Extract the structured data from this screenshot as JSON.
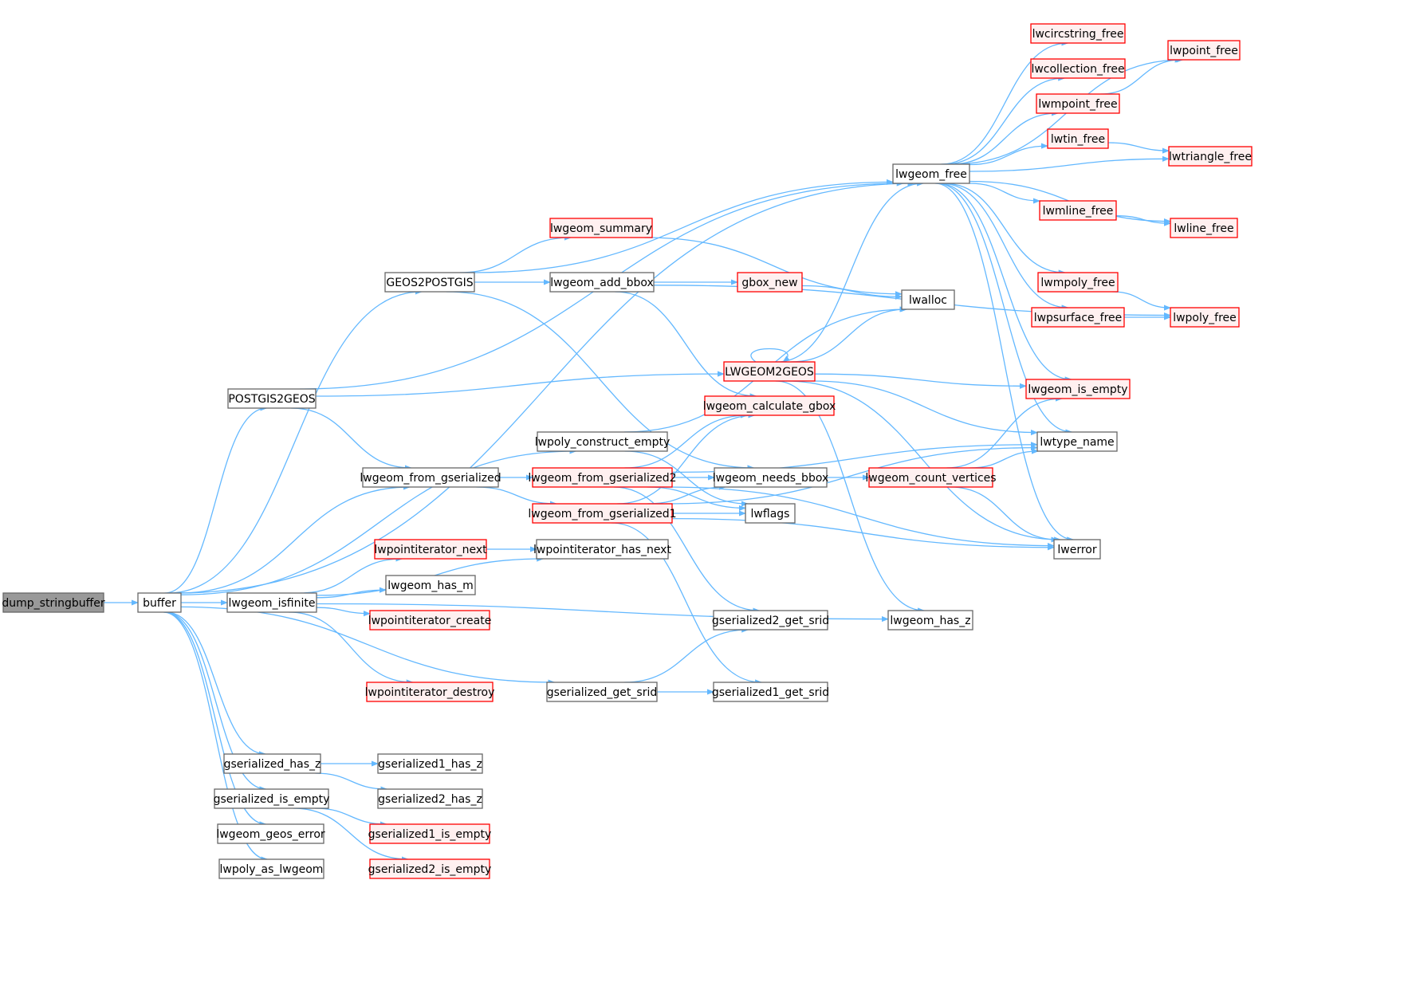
{
  "colors": {
    "edge": "#63b8ff",
    "node_border": "#666666",
    "node_fill": "#ffffff",
    "root_fill": "#999999",
    "root_border": "#666666",
    "truncated_border": "#ff0000",
    "truncated_fill": "#fff0f0"
  },
  "nodes": {
    "dump_stringbuffer": {
      "label": "dump_stringbuffer",
      "style": "root"
    },
    "buffer": {
      "label": "buffer",
      "style": "normal"
    },
    "POSTGIS2GEOS": {
      "label": "POSTGIS2GEOS",
      "style": "normal"
    },
    "GEOS2POSTGIS": {
      "label": "GEOS2POSTGIS",
      "style": "normal"
    },
    "lwgeom_isfinite": {
      "label": "lwgeom_isfinite",
      "style": "normal"
    },
    "lwgeom_from_gserialized": {
      "label": "lwgeom_from_gserialized",
      "style": "normal"
    },
    "gserialized_has_z": {
      "label": "gserialized_has_z",
      "style": "normal"
    },
    "gserialized_is_empty": {
      "label": "gserialized_is_empty",
      "style": "normal"
    },
    "lwgeom_geos_error": {
      "label": "lwgeom_geos_error",
      "style": "normal"
    },
    "lwpoly_as_lwgeom": {
      "label": "lwpoly_as_lwgeom",
      "style": "normal"
    },
    "lwpoly_construct_empty": {
      "label": "lwpoly_construct_empty",
      "style": "normal"
    },
    "lwpointiterator_next": {
      "label": "lwpointiterator_next",
      "style": "truncated"
    },
    "lwpointiterator_has_next": {
      "label": "lwpointiterator_has_next",
      "style": "normal"
    },
    "lwgeom_has_m": {
      "label": "lwgeom_has_m",
      "style": "normal"
    },
    "lwpointiterator_create": {
      "label": "lwpointiterator_create",
      "style": "truncated"
    },
    "lwpointiterator_destroy": {
      "label": "lwpointiterator_destroy",
      "style": "truncated"
    },
    "gserialized_get_srid": {
      "label": "gserialized_get_srid",
      "style": "normal"
    },
    "gserialized1_has_z": {
      "label": "gserialized1_has_z",
      "style": "normal"
    },
    "gserialized2_has_z": {
      "label": "gserialized2_has_z",
      "style": "normal"
    },
    "gserialized1_is_empty": {
      "label": "gserialized1_is_empty",
      "style": "truncated"
    },
    "gserialized2_is_empty": {
      "label": "gserialized2_is_empty",
      "style": "truncated"
    },
    "lwgeom_summary": {
      "label": "lwgeom_summary",
      "style": "truncated"
    },
    "lwgeom_add_bbox": {
      "label": "lwgeom_add_bbox",
      "style": "normal"
    },
    "gbox_new": {
      "label": "gbox_new",
      "style": "truncated"
    },
    "lwgeom_from_gserialized2": {
      "label": "lwgeom_from_gserialized2",
      "style": "truncated"
    },
    "lwgeom_from_gserialized1": {
      "label": "lwgeom_from_gserialized1",
      "style": "truncated"
    },
    "LWGEOM2GEOS": {
      "label": "LWGEOM2GEOS",
      "style": "truncated"
    },
    "lwgeom_calculate_gbox": {
      "label": "lwgeom_calculate_gbox",
      "style": "truncated"
    },
    "lwgeom_needs_bbox": {
      "label": "lwgeom_needs_bbox",
      "style": "normal"
    },
    "lwflags": {
      "label": "lwflags",
      "style": "normal"
    },
    "gserialized2_get_srid": {
      "label": "gserialized2_get_srid",
      "style": "normal"
    },
    "gserialized1_get_srid": {
      "label": "gserialized1_get_srid",
      "style": "normal"
    },
    "lwgeom_free": {
      "label": "lwgeom_free",
      "style": "normal"
    },
    "lwalloc": {
      "label": "lwalloc",
      "style": "normal"
    },
    "lwgeom_count_vertices": {
      "label": "lwgeom_count_vertices",
      "style": "truncated"
    },
    "lwgeom_has_z": {
      "label": "lwgeom_has_z",
      "style": "normal"
    },
    "lwcircstring_free": {
      "label": "lwcircstring_free",
      "style": "truncated"
    },
    "lwcollection_free": {
      "label": "lwcollection_free",
      "style": "truncated"
    },
    "lwmpoint_free": {
      "label": "lwmpoint_free",
      "style": "truncated"
    },
    "lwtin_free": {
      "label": "lwtin_free",
      "style": "truncated"
    },
    "lwmline_free": {
      "label": "lwmline_free",
      "style": "truncated"
    },
    "lwmpoly_free": {
      "label": "lwmpoly_free",
      "style": "truncated"
    },
    "lwpsurface_free": {
      "label": "lwpsurface_free",
      "style": "truncated"
    },
    "lwgeom_is_empty": {
      "label": "lwgeom_is_empty",
      "style": "truncated"
    },
    "lwtype_name": {
      "label": "lwtype_name",
      "style": "normal"
    },
    "lwerror": {
      "label": "lwerror",
      "style": "normal"
    },
    "lwpoint_free": {
      "label": "lwpoint_free",
      "style": "truncated"
    },
    "lwtriangle_free": {
      "label": "lwtriangle_free",
      "style": "truncated"
    },
    "lwline_free": {
      "label": "lwline_free",
      "style": "truncated"
    },
    "lwpoly_free": {
      "label": "lwpoly_free",
      "style": "truncated"
    }
  }
}
